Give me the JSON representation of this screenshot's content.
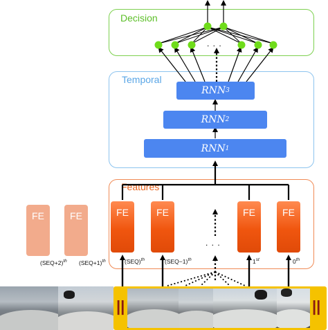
{
  "modules": {
    "decision": "Decision",
    "temporal": "Temporal",
    "features": "Features"
  },
  "rnn": [
    {
      "base": "RNN",
      "sub": "3"
    },
    {
      "base": "RNN",
      "sub": "2"
    },
    {
      "base": "RNN",
      "sub": "1"
    }
  ],
  "fe_label": "FE",
  "dots": {
    "decision": ". . .",
    "features": ". . ."
  },
  "sequence_labels": [
    {
      "base": "(SEQ+2)",
      "sup": "th"
    },
    {
      "base": "(SEQ+1)",
      "sup": "th"
    },
    {
      "base": "(SEQ)",
      "sup": "th"
    },
    {
      "base": "(SEQ−1)",
      "sup": "th"
    },
    {
      "base": "1",
      "sup": "st"
    },
    {
      "base": "0",
      "sup": "th"
    }
  ],
  "pause_glyph": "||",
  "colors": {
    "decision_border": "#7cd04e",
    "temporal_border": "#8cc3ee",
    "features_border": "#f08a55",
    "node_green": "#6fdc1a",
    "rnn_blue": "#4c86f0",
    "fe_dark": "#f0560f",
    "fe_light": "#f2ab8c",
    "film_yellow": "#f5c200"
  }
}
